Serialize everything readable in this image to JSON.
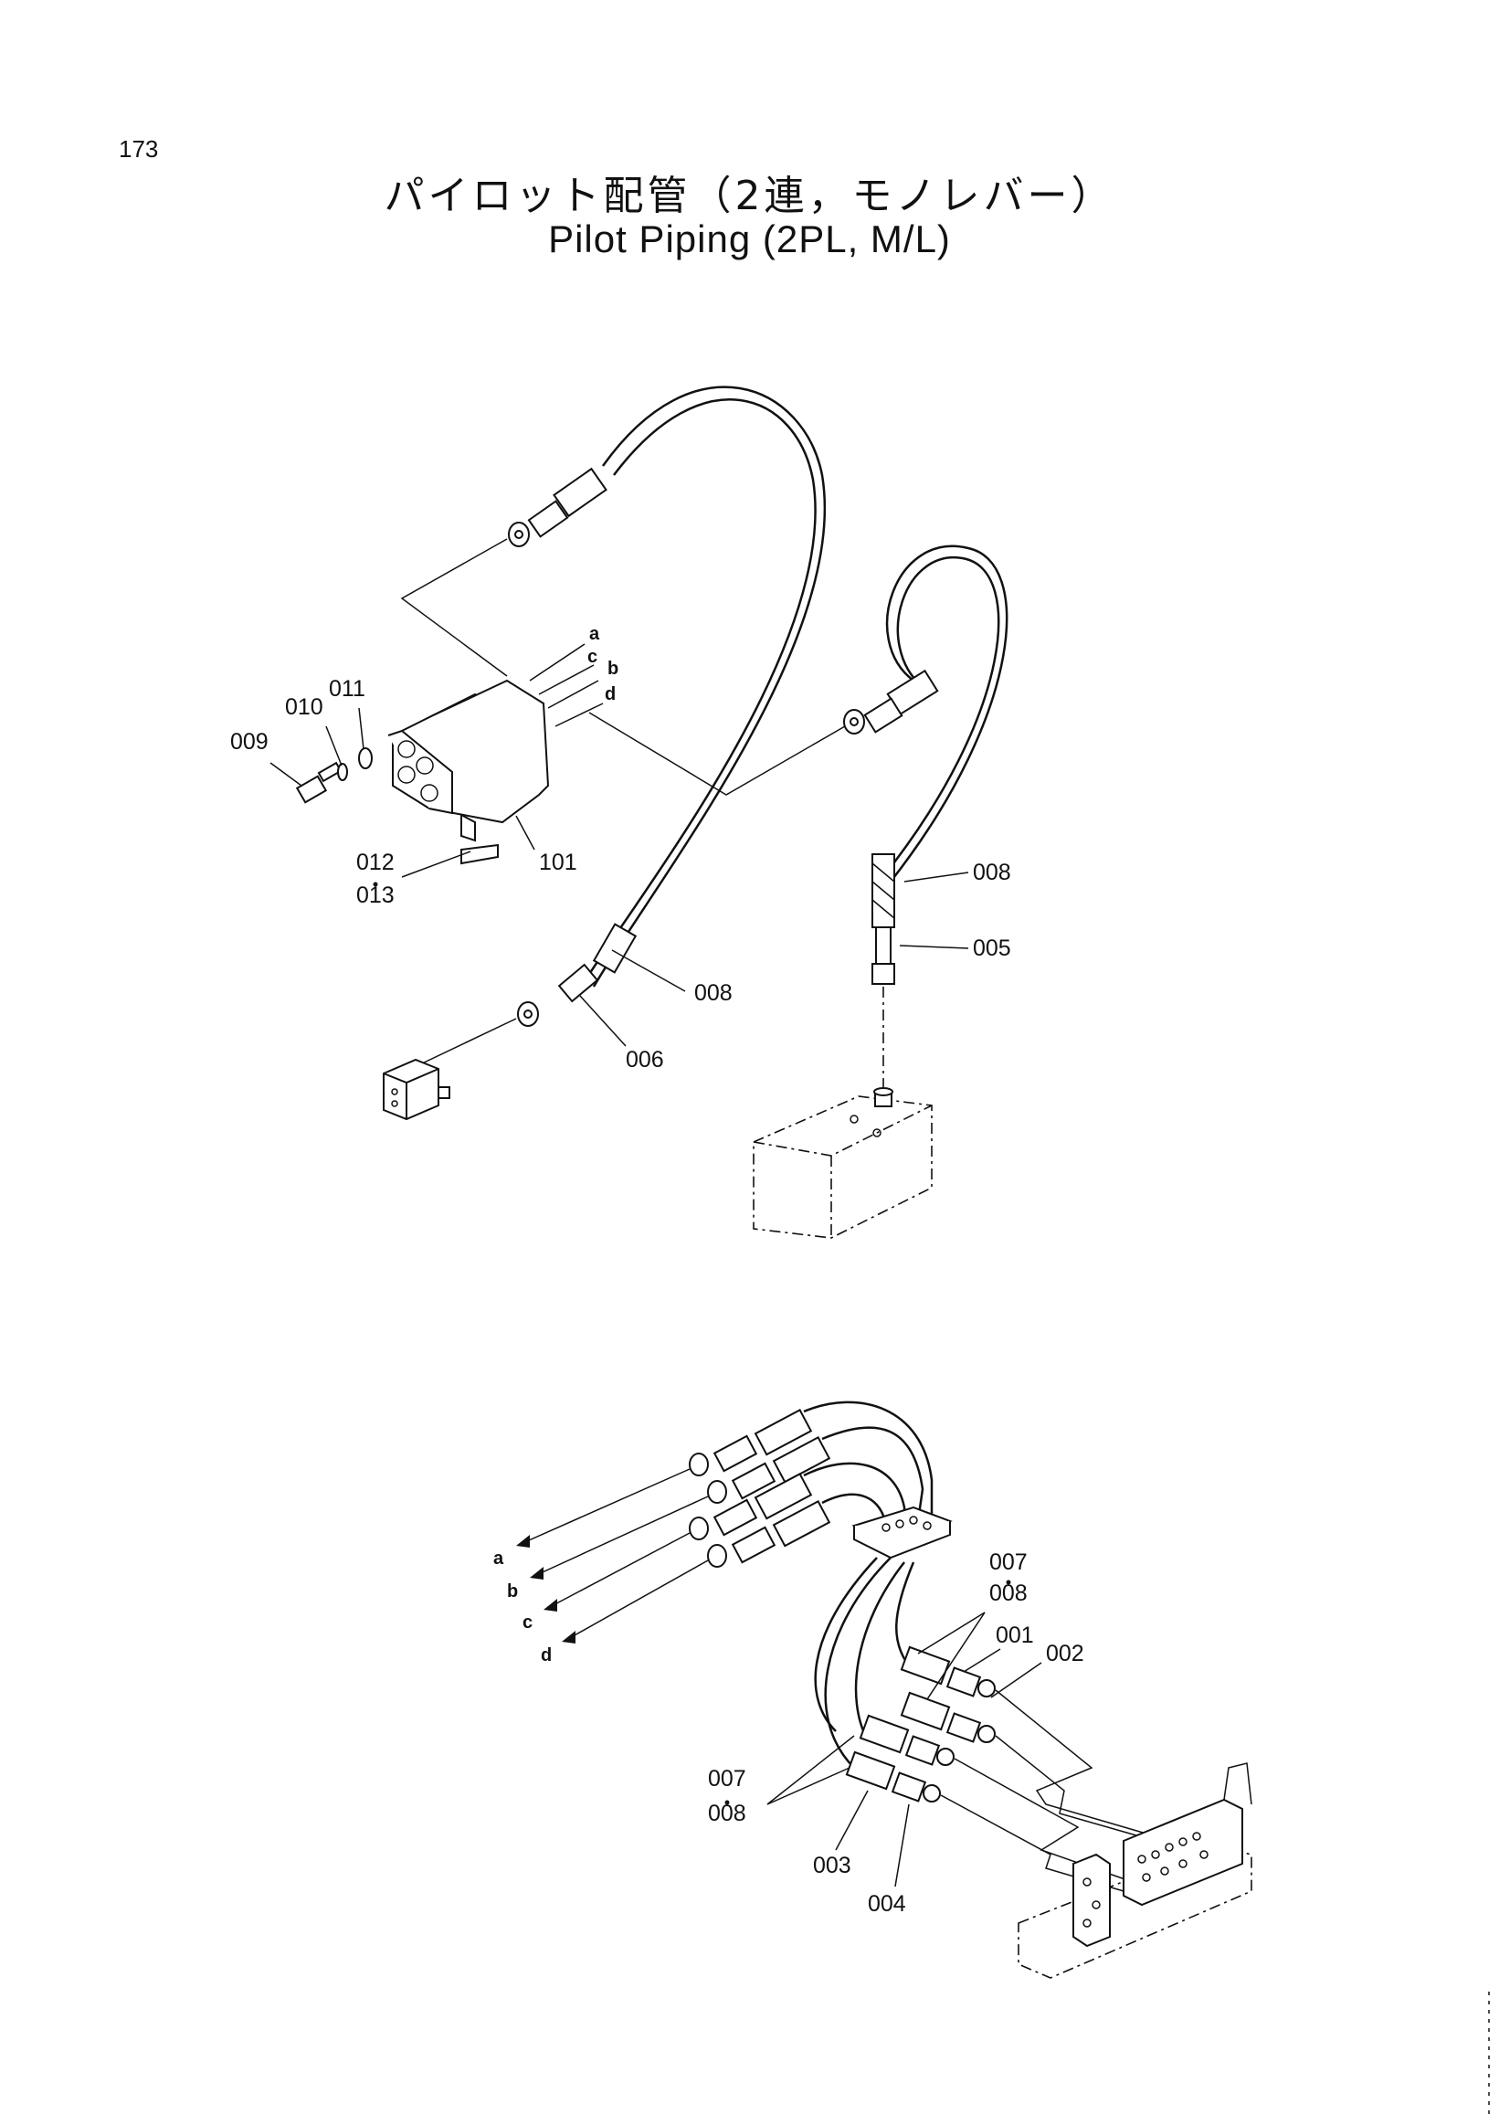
{
  "page": {
    "number": "173"
  },
  "title": {
    "japanese": "パイロット配管（2連，モノレバー）",
    "english": "Pilot Piping (2PL, M/L)"
  },
  "ports": [
    "a",
    "b",
    "c",
    "d"
  ],
  "callouts": {
    "p001": "001",
    "p002": "002",
    "p003": "003",
    "p004": "004",
    "p005": "005",
    "p006": "006",
    "p007": "007",
    "p008": "008",
    "p009": "009",
    "p010": "010",
    "p011": "011",
    "p012": "012",
    "p013": "013",
    "p101": "101"
  }
}
